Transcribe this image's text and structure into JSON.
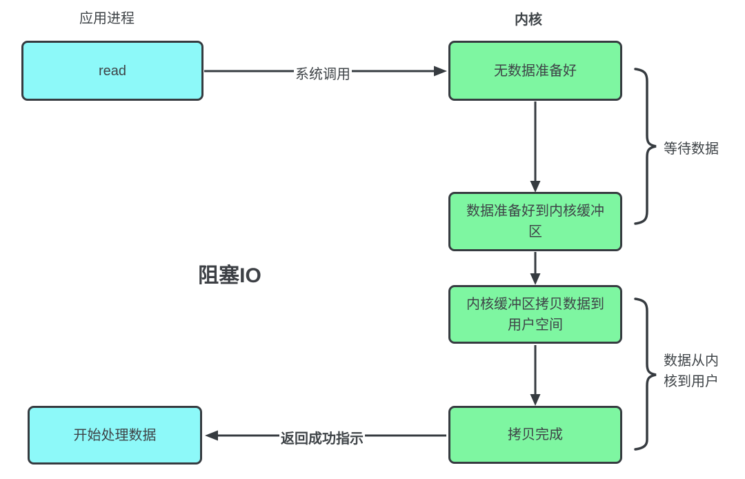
{
  "diagram": {
    "title": "阻塞IO",
    "app_process_label": "应用进程",
    "kernel_label": "内核",
    "nodes": {
      "read": "read",
      "no_data": "无数据准备好",
      "data_ready": "数据准备好到内核缓冲区",
      "copy_to_user": "内核缓冲区拷贝数据到用户空间",
      "copy_done": "拷贝完成",
      "process_data": "开始处理数据"
    },
    "edges": {
      "syscall": "系统调用",
      "return_success": "返回成功指示"
    },
    "braces": {
      "wait_data": "等待数据",
      "kernel_to_user": "数据从内核到用户"
    },
    "colors": {
      "process_fill": "#8df9f9",
      "kernel_fill": "#7ef6a1",
      "stroke": "#363b40",
      "text": "#3e4347"
    }
  }
}
